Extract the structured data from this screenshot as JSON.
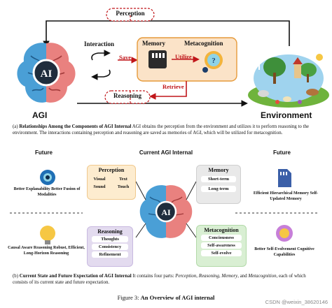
{
  "top": {
    "perception_label": "Perception",
    "interaction_label": "Interaction",
    "save_label": "Save",
    "memory_label": "Memory",
    "metacognition_label": "Metacognition",
    "utilize_label": "Utilize",
    "retrieve_label": "Retrieve",
    "reasoning_label": "Reasoning",
    "agi_label": "AGI",
    "ai_label": "AI",
    "environment_label": "Environment"
  },
  "caption_a": {
    "prefix": "(a) ",
    "bold": "Relationships Among the Components of AGI Internal",
    "text": " AGI obtains the perception from the environment and utilizes it to perform reasoning to the environment. The interactions containing perception and reasoning are saved as memories of AGI, which will be utilized for metacognition."
  },
  "middle": {
    "future_left": "Future",
    "current_title": "Current AGI Internal",
    "future_right": "Future",
    "ai_label": "AI",
    "perception": {
      "title": "Perception",
      "items": [
        "Visual",
        "Text",
        "Sound",
        "Touch"
      ]
    },
    "memory": {
      "title": "Memory",
      "items": [
        "Short-term",
        "Long-term"
      ]
    },
    "reasoning": {
      "title": "Reasoning",
      "items": [
        "Thoughts",
        "Consistency",
        "Refinement"
      ]
    },
    "metacognition": {
      "title": "Metacognition",
      "items": [
        "Conciousness",
        "Self-awareness",
        "Self-evolve"
      ]
    },
    "future_perception": "Better Explanability Better Fusion of Modalities",
    "future_memory": "Efficient Hierarchical Memory Self-Updated Memory",
    "future_reasoning": "Causal Aware Reasoning Robust, Efficient, Long-Horizon Reasoning",
    "future_metacognition": "Better Self-Evolvement Cognitive Capabilities"
  },
  "caption_b": {
    "prefix": "(b) ",
    "bold": "Current State and Future Expectation of AGI Internal",
    "text_1": " It contains four parts: ",
    "italic_1": "Perception",
    "sep_1": ", ",
    "italic_2": "Reasoning",
    "sep_2": ", ",
    "italic_3": "Memory",
    "sep_3": ", and ",
    "italic_4": "Metacognition",
    "text_2": ", each of which consists of its current state and future expectation."
  },
  "figure_caption": {
    "number": "Figure 3:",
    "title": "An Overview of AGI internal"
  },
  "watermark": "CSDN @weixin_38620146",
  "colors": {
    "red": "#c0161a",
    "memory_bg": "#fbe3c8",
    "memory_border": "#e69a3a",
    "perception_bg": "#fdeccf",
    "memory_box_bg": "#e9e9e9",
    "reasoning_bg": "#e3dbef",
    "metacog_bg": "#d9efd3",
    "brain_blue": "#4a9fd6",
    "brain_pink": "#e9817f"
  }
}
